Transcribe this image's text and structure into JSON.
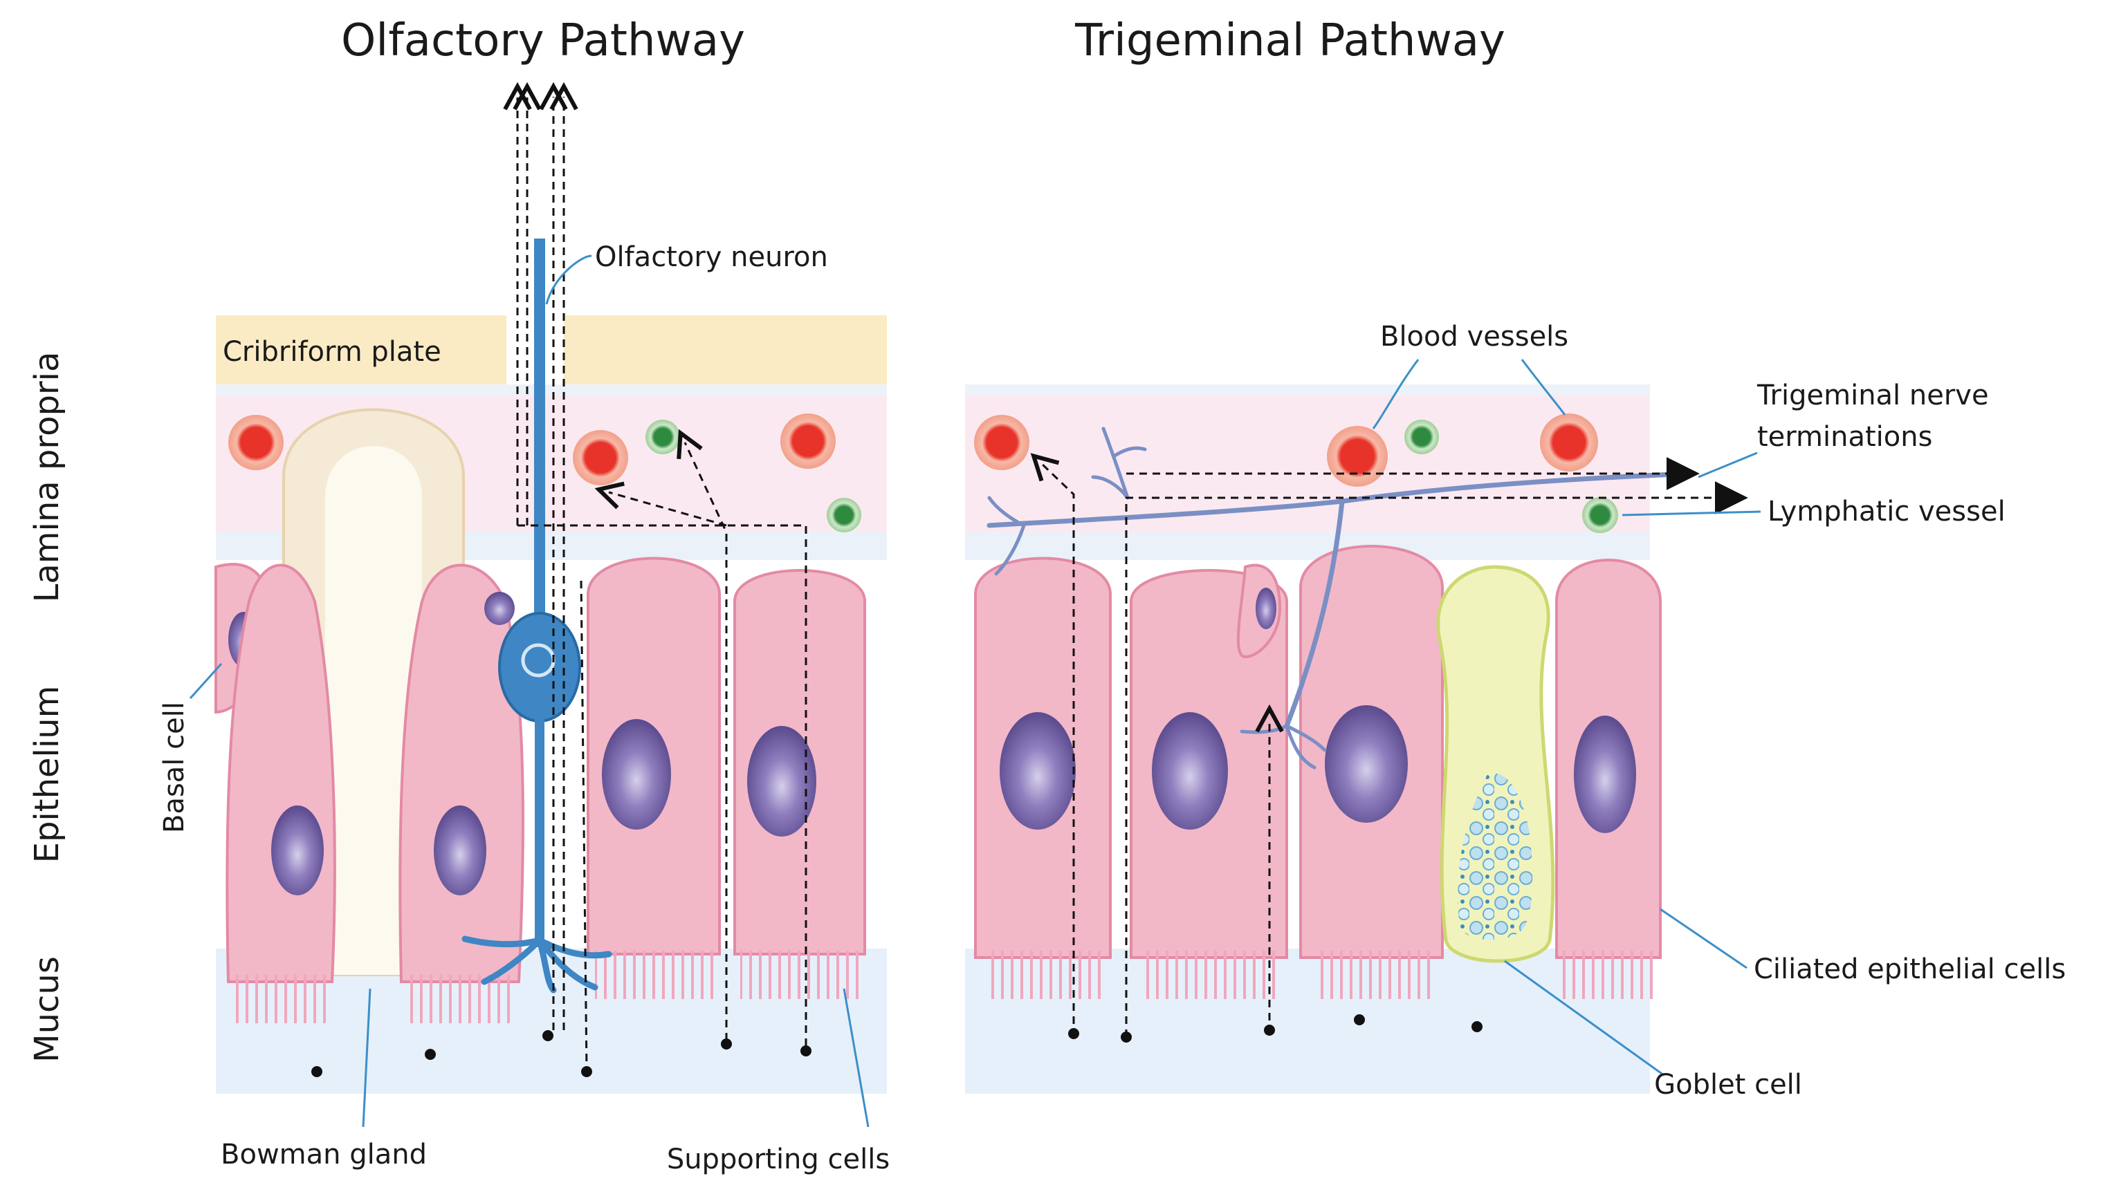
{
  "titles": {
    "olfactory": "Olfactory Pathway",
    "trigeminal": "Trigeminal Pathway"
  },
  "layers": {
    "lamina_propria": "Lamina propria",
    "epithelium": "Epithelium",
    "mucus": "Mucus"
  },
  "labels": {
    "cribriform_plate": "Cribriform plate",
    "olfactory_neuron": "Olfactory neuron",
    "basal_cell": "Basal cell",
    "bowman_gland": "Bowman gland",
    "supporting_cells": "Supporting cells",
    "blood_vessels": "Blood vessels",
    "trigeminal_terminations_line1": "Trigeminal nerve",
    "trigeminal_terminations_line2": "terminations",
    "lymphatic_vessel": "Lymphatic vessel",
    "ciliated_cells": "Ciliated epithelial cells",
    "goblet_cell": "Goblet cell"
  },
  "colors": {
    "cribriform": "#fbebc4",
    "lamina": "#fbe9f1",
    "mucus": "#e6f0fa",
    "cell_pink": "#f2b8c8",
    "cell_edge": "#e38aa4",
    "nucleus": "#6d5a9c",
    "neuron": "#3f86c4",
    "blood": "#e8332a",
    "lymph": "#2e8a3e",
    "goblet": "#f1f3bd",
    "nerve": "#7a8fc4"
  }
}
